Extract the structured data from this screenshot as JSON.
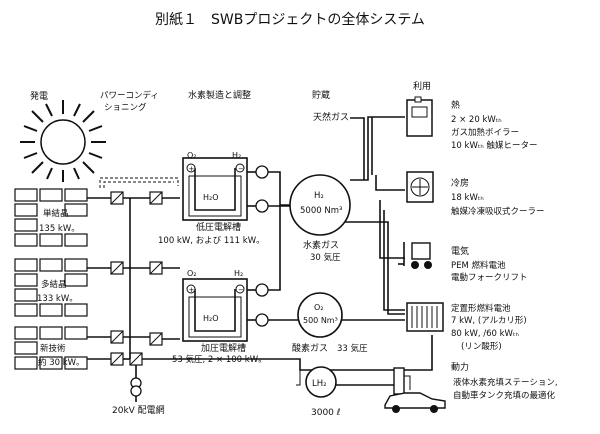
{
  "title": "別紙１　SWBプロジェクトの全体システム",
  "headers": {
    "generation": "発電",
    "power_conditioning_1": "パワーコンディ",
    "power_conditioning_2": "ショニング",
    "production": "水素製造と調整",
    "storage": "貯蔵",
    "usage": "利用"
  },
  "pv": {
    "single_crystal": {
      "label": "単結晶",
      "value": "135 kW。"
    },
    "poly_crystal": {
      "label": "多結晶",
      "value": "133 kW。"
    },
    "new_tech": {
      "label": "新技術",
      "value": "約 30 kW。"
    }
  },
  "electrolysis": {
    "low_pressure_label": "低圧電解槽",
    "low_pressure_spec": "100 kW, および 111 kW。",
    "high_pressure_label": "加圧電解槽",
    "high_pressure_spec": "53 気圧, 2 × 100 kW。",
    "o2": "O₂",
    "h2": "H₂",
    "h2o": "H₂O"
  },
  "grid": "20kV 配電網",
  "natural_gas": "天然ガス",
  "h2_tank": {
    "symbol": "H₂",
    "volume": "5000 Nm³",
    "label": "水素ガス",
    "pressure": "30 気圧"
  },
  "o2_tank": {
    "symbol": "O₂",
    "volume": "500 Nm³",
    "label": "酸素ガス",
    "pressure": "33 気圧"
  },
  "lh2_tank": {
    "symbol": "LH₂",
    "volume": "3000 ℓ"
  },
  "uses": {
    "heat": {
      "title": "熱",
      "line1": "2 × 20 kWₜₕ",
      "line2": "ガス加熱ボイラー",
      "line3": "10 kWₜₕ 触媒ヒーター"
    },
    "cooling": {
      "title": "冷房",
      "line1": "18 kWₜₕ",
      "line2": "触媒冷凍吸収式クーラー"
    },
    "electric": {
      "title": "電気",
      "line1": "PEM 燃料電池",
      "line2": "電動フォークリフト"
    },
    "fuel_cell": {
      "line1": "定置形燃料電池",
      "line2": "7 kW, (アルカリ形)",
      "line3": "80 kW, /60 kWₜₕ",
      "line4": "(リン酸形)"
    },
    "mobility": {
      "title": "動力",
      "line1": "液体水素充填ステーション,",
      "line2": "自動車タンク充填の最適化"
    }
  }
}
